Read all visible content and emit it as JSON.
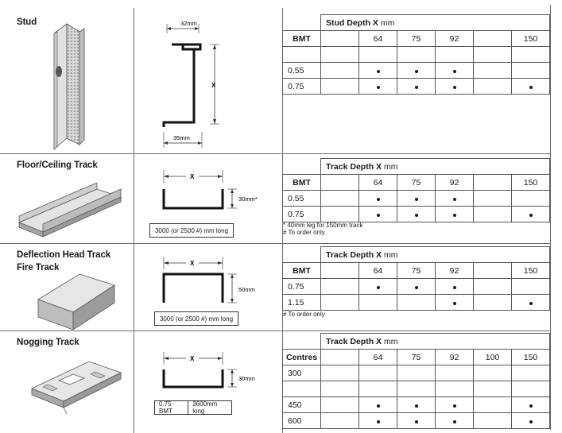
{
  "stud": {
    "title": "Stud",
    "dim_top": "32mm",
    "dim_bottom": "35mm",
    "dim_x": "X",
    "table": {
      "heading": "Stud Depth X",
      "unit": "mm",
      "row_header": "BMT",
      "columns": [
        "",
        "64",
        "75",
        "92",
        "",
        "150"
      ],
      "rows": [
        {
          "label": "",
          "marks": [
            false,
            false,
            false,
            false,
            false,
            false
          ]
        },
        {
          "label": "0.55",
          "marks": [
            false,
            true,
            true,
            true,
            false,
            false
          ]
        },
        {
          "label": "0.75",
          "marks": [
            false,
            true,
            true,
            true,
            false,
            true
          ]
        }
      ]
    }
  },
  "floor_ceiling": {
    "title": "Floor/Ceiling Track",
    "dim_x": "X",
    "dim_leg": "30mm*",
    "length_label": "3000 (or 2500 #) mm long",
    "table": {
      "heading": "Track Depth X",
      "unit": "mm",
      "row_header": "BMT",
      "columns": [
        "",
        "64",
        "75",
        "92",
        "",
        "150"
      ],
      "rows": [
        {
          "label": "0.55",
          "marks": [
            false,
            true,
            true,
            true,
            false,
            false
          ]
        },
        {
          "label": "0.75",
          "marks": [
            false,
            true,
            true,
            true,
            false,
            true
          ]
        }
      ]
    },
    "note_1": "* 40mm leg for 150mm track",
    "note_2": "# To order only"
  },
  "deflection": {
    "title_1": "Deflection Head Track",
    "title_2": "Fire Track",
    "dim_x": "X",
    "dim_leg": "50mm",
    "length_label": "3000 (or 2500 #) mm long",
    "table": {
      "heading": "Track Depth X",
      "unit": "mm",
      "row_header": "BMT",
      "columns": [
        "",
        "64",
        "75",
        "92",
        "",
        "150"
      ],
      "rows": [
        {
          "label": "0.75",
          "marks": [
            false,
            true,
            true,
            true,
            false,
            false
          ]
        },
        {
          "label": "1.15",
          "marks": [
            false,
            false,
            false,
            true,
            false,
            true
          ]
        }
      ]
    },
    "note": "# To order only"
  },
  "nogging": {
    "title": "Nogging Track",
    "dim_x": "X",
    "dim_leg": "30mm",
    "bmt_label": "0.75 BMT",
    "length_label": "3600mm long",
    "table": {
      "heading": "Track Depth X",
      "unit": "mm",
      "row_header": "Centres",
      "columns": [
        "",
        "64",
        "75",
        "92",
        "100",
        "150"
      ],
      "rows": [
        {
          "label": "300",
          "marks": [
            false,
            false,
            false,
            false,
            false,
            false
          ]
        },
        {
          "label": "",
          "marks": [
            false,
            false,
            false,
            false,
            false,
            false
          ]
        },
        {
          "label": "450",
          "marks": [
            false,
            true,
            true,
            true,
            false,
            true
          ]
        },
        {
          "label": "600",
          "marks": [
            false,
            true,
            true,
            true,
            false,
            true
          ]
        }
      ]
    }
  },
  "colors": {
    "line": "#6a6a6a",
    "metal_light": "#e6e6e6",
    "metal_mid": "#bdbdbd",
    "metal_dark": "#8c8c8c"
  }
}
